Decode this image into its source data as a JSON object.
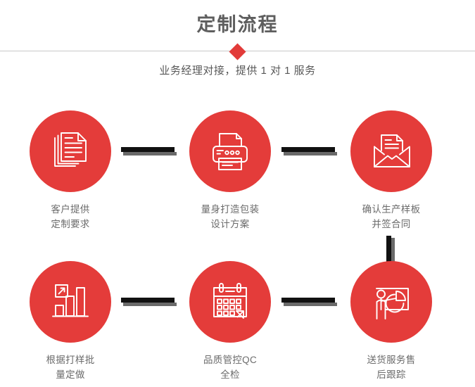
{
  "header": {
    "title": "定制流程",
    "subtitle": "业务经理对接，提供 1 对 1 服务",
    "divider_icon": "diamond-marker",
    "title_color": "#5e5e5e",
    "accent_color": "#e43c3a",
    "divider_color": "#c9c9c9"
  },
  "flow": {
    "steps": [
      {
        "index": "1",
        "icon": "documents-stack-icon",
        "label": "客户提供\n定制要求"
      },
      {
        "index": "2",
        "icon": "printer-icon",
        "label": "量身打造包装\n设计方案"
      },
      {
        "index": "3",
        "icon": "envelope-document-icon",
        "label": "确认生产样板\n并签合同"
      },
      {
        "index": "4",
        "icon": "bar-chart-growth-icon",
        "label": "根据打样批\n量定做"
      },
      {
        "index": "5",
        "icon": "calendar-check-icon",
        "label": "品质管控QC\n全检"
      },
      {
        "index": "6",
        "icon": "presentation-pie-chart-icon",
        "label": "送货服务售\n后跟踪"
      }
    ],
    "connectors": [
      {
        "name": "connector-step1-step2",
        "orientation": "horizontal"
      },
      {
        "name": "connector-step2-step3",
        "orientation": "horizontal"
      },
      {
        "name": "connector-step3-step6",
        "orientation": "vertical"
      },
      {
        "name": "connector-step4-step5",
        "orientation": "horizontal"
      },
      {
        "name": "connector-step5-step6",
        "orientation": "horizontal"
      }
    ],
    "circle_color": "#e43c3a",
    "icon_color": "#ffffff",
    "label_color": "#6b6b6b",
    "connector_color": "#111111",
    "connector_shadow_color": "#6a6a6a"
  }
}
